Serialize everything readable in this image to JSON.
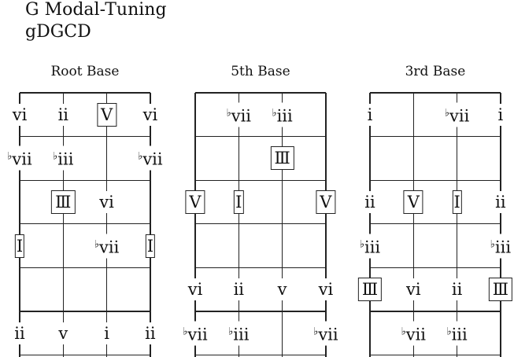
{
  "header": {
    "title": "G Modal-Tuning",
    "tuning": "gDGCD"
  },
  "diagrams": [
    {
      "title": "Root Base",
      "rows": [
        [
          {
            "t": "vi"
          },
          {
            "t": "ii"
          },
          {
            "t": "V",
            "box": true
          },
          {
            "t": "vi"
          }
        ],
        [
          {
            "t": "vii",
            "flat": true
          },
          {
            "t": "iii",
            "flat": true
          },
          null,
          {
            "t": "vii",
            "flat": true
          }
        ],
        [
          null,
          {
            "t": "Ⅲ",
            "box": true
          },
          {
            "t": "vi"
          },
          null
        ],
        [
          {
            "t": "I",
            "box": true
          },
          null,
          {
            "t": "vii",
            "flat": true
          },
          {
            "t": "I",
            "box": true
          }
        ],
        [
          null,
          null,
          null,
          null
        ],
        [
          {
            "t": "ii"
          },
          {
            "t": "v"
          },
          {
            "t": "i"
          },
          {
            "t": "ii"
          }
        ]
      ]
    },
    {
      "title": "5th Base",
      "rows": [
        [
          null,
          {
            "t": "vii",
            "flat": true
          },
          {
            "t": "iii",
            "flat": true
          },
          null
        ],
        [
          null,
          null,
          {
            "t": "Ⅲ",
            "box": true
          },
          null
        ],
        [
          {
            "t": "V",
            "box": true
          },
          {
            "t": "I",
            "box": true
          },
          null,
          {
            "t": "V",
            "box": true
          }
        ],
        [
          null,
          null,
          null,
          null
        ],
        [
          {
            "t": "vi"
          },
          {
            "t": "ii"
          },
          {
            "t": "v"
          },
          {
            "t": "vi"
          }
        ],
        [
          {
            "t": "vii",
            "flat": true
          },
          {
            "t": "iii",
            "flat": true
          },
          null,
          {
            "t": "vii",
            "flat": true
          }
        ]
      ]
    },
    {
      "title": "3rd Base",
      "rows": [
        [
          {
            "t": "i"
          },
          null,
          {
            "t": "vii",
            "flat": true
          },
          {
            "t": "i"
          }
        ],
        [
          null,
          null,
          null,
          null
        ],
        [
          {
            "t": "ii"
          },
          {
            "t": "V",
            "box": true
          },
          {
            "t": "I",
            "box": true
          },
          {
            "t": "ii"
          }
        ],
        [
          {
            "t": "iii",
            "flat": true
          },
          null,
          null,
          {
            "t": "iii",
            "flat": true
          }
        ],
        [
          {
            "t": "Ⅲ",
            "box": true
          },
          {
            "t": "vi"
          },
          {
            "t": "ii"
          },
          {
            "t": "Ⅲ",
            "box": true
          }
        ],
        [
          null,
          {
            "t": "vii",
            "flat": true
          },
          {
            "t": "iii",
            "flat": true
          },
          null
        ]
      ]
    }
  ],
  "flat_symbol": "♭"
}
